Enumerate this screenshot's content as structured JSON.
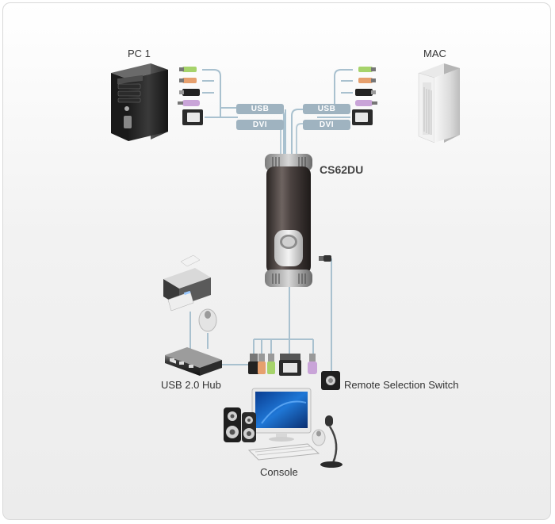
{
  "labels": {
    "pc1": "PC 1",
    "mac": "MAC",
    "switch_model": "CS62DU",
    "usb_hub": "USB 2.0 Hub",
    "remote_switch": "Remote Selection Switch",
    "console": "Console"
  },
  "cable_tags": {
    "left_usb": "USB",
    "left_dvi": "DVI",
    "right_usb": "USB",
    "right_dvi": "DVI"
  },
  "colors": {
    "mic_plug": "#e6a06e",
    "speaker_plug": "#a6d36b",
    "ps2_plug": "#c9a4d8",
    "tag_bg": "#9fb3c0",
    "cable": "#a9c1cf"
  },
  "icons": [
    "pc-tower-icon",
    "mac-tower-icon",
    "kvm-switch-icon",
    "printer-icon",
    "mouse-icon",
    "usb-hub-icon",
    "remote-switch-icon",
    "monitor-icon",
    "speaker-icon",
    "keyboard-icon",
    "microphone-icon"
  ]
}
